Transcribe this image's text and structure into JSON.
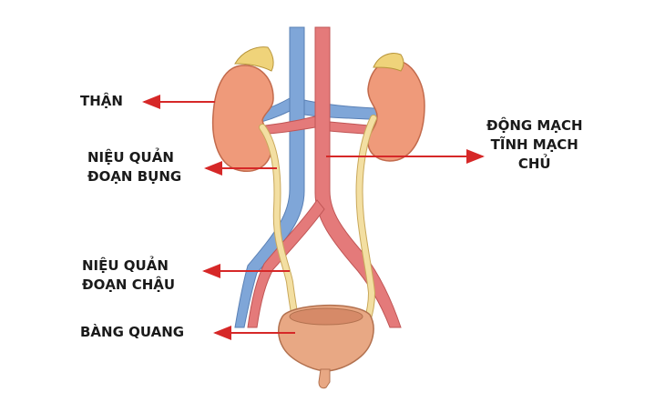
{
  "colors": {
    "vein": "#7fa6d8",
    "artery": "#e47a7a",
    "kidney": "#ef9a7a",
    "ureter": "#f3dfa2",
    "bladder": "#e8a884",
    "adrenal": "#efd37a",
    "arrow": "#d62828"
  },
  "labels": {
    "kidney": [
      "THẬN"
    ],
    "ureter_abdominal": [
      "NIỆU QUẢN",
      "ĐOẠN BỤNG"
    ],
    "ureter_pelvic": [
      "NIỆU QUẢN",
      "ĐOẠN CHẬU"
    ],
    "bladder": [
      "BÀNG QUANG"
    ],
    "vessels": [
      "ĐỘNG MẠCH",
      "TĨNH MẠCH",
      "CHỦ"
    ]
  }
}
